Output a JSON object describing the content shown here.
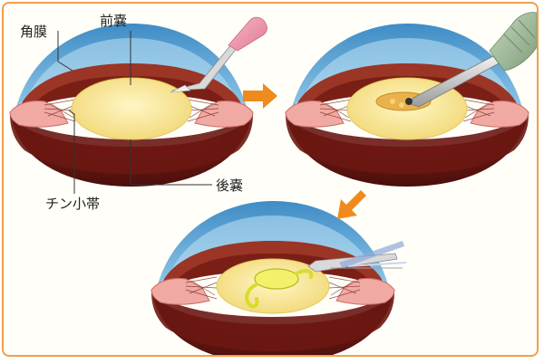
{
  "labels": {
    "cornea": "角膜",
    "anterior_capsule": "前嚢",
    "posterior_capsule": "後嚢",
    "zonule": "チン小帯"
  },
  "colors": {
    "frame_border": "#f0a04b",
    "cornea": "#5aa6d6",
    "iris": "#a23a2a",
    "lens": "#f7e89a",
    "sclera_dark": "#5e1410",
    "ciliary": "#eea4a0",
    "arrow": "#f08a1c",
    "tool_pink": "#f39bb0",
    "tool_green": "#9fb79a",
    "iol": "#e6e83a"
  },
  "icons": [
    "knife-icon",
    "phaco-probe-icon",
    "injector-icon",
    "arrow-right-icon",
    "arrow-down-left-icon"
  ]
}
